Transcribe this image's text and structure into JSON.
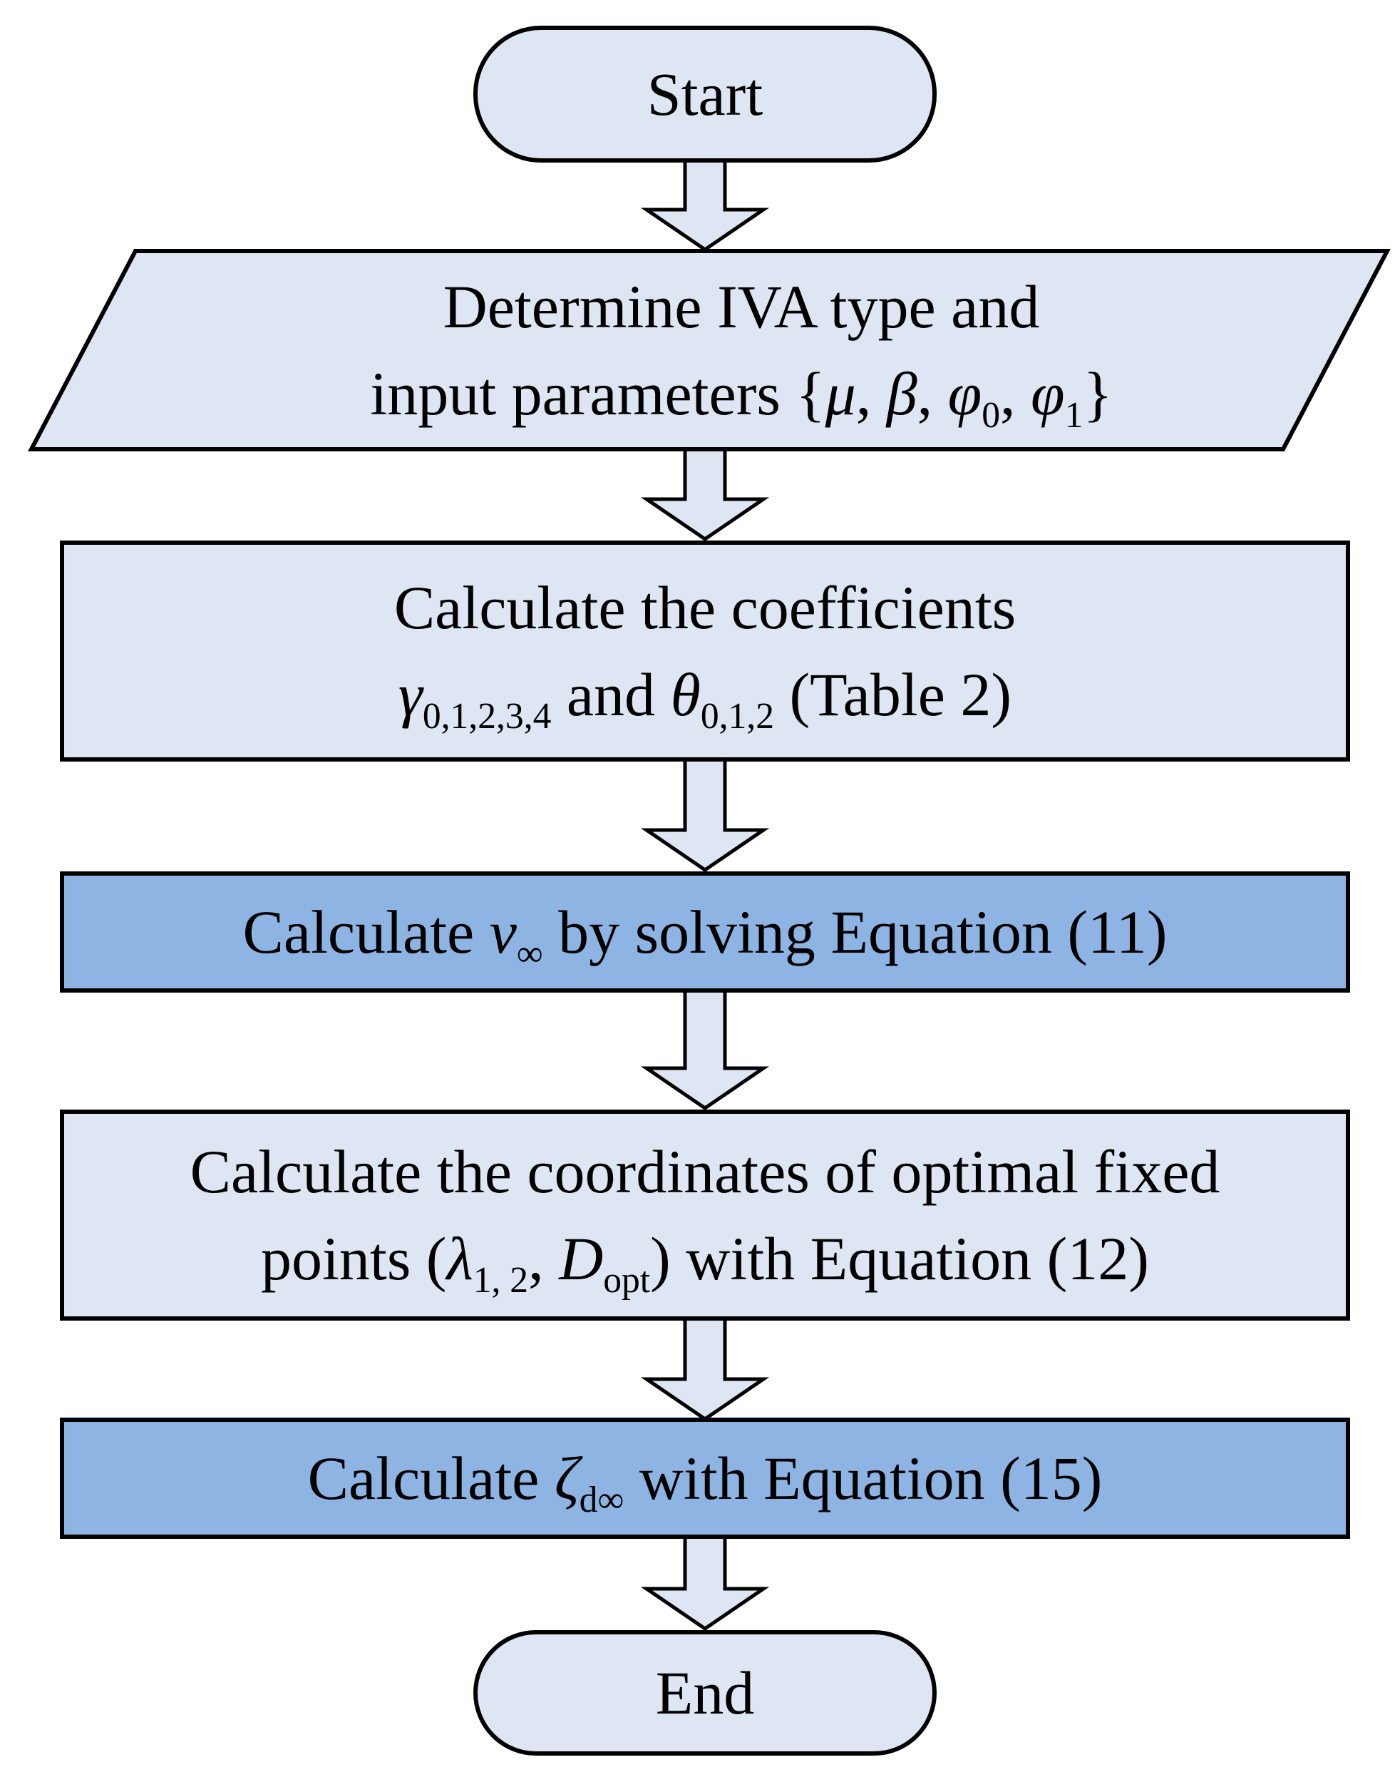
{
  "colors": {
    "background": "#ffffff",
    "shape_fill_light": "#dde6f2",
    "shape_fill_highlight": "#8eb4e3",
    "outline": "#000000",
    "text": "#000000"
  },
  "nodes": {
    "start": {
      "shape": "terminator",
      "label": "Start"
    },
    "input": {
      "shape": "parallelogram",
      "lines": [
        [
          {
            "t": "Determine IVA type and"
          }
        ],
        [
          {
            "t": "input parameters {"
          },
          {
            "t": "μ",
            "i": true
          },
          {
            "t": ", "
          },
          {
            "t": "β",
            "i": true
          },
          {
            "t": ", "
          },
          {
            "t": "φ",
            "i": true
          },
          {
            "t": "0",
            "sub": true
          },
          {
            "t": ", "
          },
          {
            "t": "φ",
            "i": true
          },
          {
            "t": "1",
            "sub": true
          },
          {
            "t": "}"
          }
        ]
      ]
    },
    "coefficients": {
      "shape": "process",
      "lines": [
        [
          {
            "t": "Calculate the coefficients"
          }
        ],
        [
          {
            "t": "γ",
            "i": true
          },
          {
            "t": "0,1,2,3,4",
            "sub": true
          },
          {
            "t": " and "
          },
          {
            "t": "θ",
            "i": true
          },
          {
            "t": "0,1,2",
            "sub": true
          },
          {
            "t": " (Table 2)"
          }
        ]
      ]
    },
    "solve_v": {
      "shape": "process-highlight",
      "lines": [
        [
          {
            "t": "Calculate "
          },
          {
            "t": "ν",
            "i": true
          },
          {
            "t": "∞",
            "sub": true
          },
          {
            "t": " by solving Equation (11)"
          }
        ]
      ]
    },
    "fixed_points": {
      "shape": "process",
      "lines": [
        [
          {
            "t": "Calculate the coordinates of optimal fixed"
          }
        ],
        [
          {
            "t": "points ("
          },
          {
            "t": "λ",
            "i": true
          },
          {
            "t": "1, 2",
            "sub": true
          },
          {
            "t": ", "
          },
          {
            "t": "D",
            "i": true
          },
          {
            "t": "opt",
            "sub": true
          },
          {
            "t": ") with Equation (12)"
          }
        ]
      ]
    },
    "damping": {
      "shape": "process-highlight",
      "lines": [
        [
          {
            "t": "Calculate "
          },
          {
            "t": "ζ",
            "i": true
          },
          {
            "t": "d∞",
            "sub": true
          },
          {
            "t": " with Equation (15)"
          }
        ]
      ]
    },
    "end": {
      "shape": "terminator",
      "label": "End"
    }
  },
  "connectors": [
    {
      "from": "start",
      "to": "input"
    },
    {
      "from": "input",
      "to": "coefficients"
    },
    {
      "from": "coefficients",
      "to": "solve_v"
    },
    {
      "from": "solve_v",
      "to": "fixed_points"
    },
    {
      "from": "fixed_points",
      "to": "damping"
    },
    {
      "from": "damping",
      "to": "end"
    }
  ]
}
